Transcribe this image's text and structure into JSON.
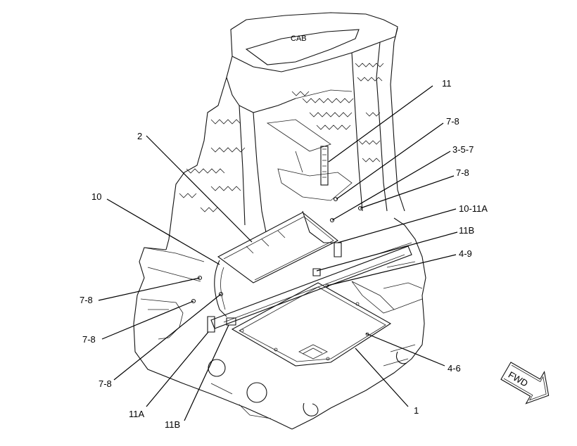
{
  "cab_label": "CAB",
  "fwd_label": "FWD",
  "callouts": [
    {
      "id": "c11",
      "text": "11"
    },
    {
      "id": "c78a",
      "text": "7-8"
    },
    {
      "id": "c357",
      "text": "3-5-7"
    },
    {
      "id": "c78b",
      "text": "7-8"
    },
    {
      "id": "c1011a",
      "text": "10-11A"
    },
    {
      "id": "c11b_r",
      "text": "11B"
    },
    {
      "id": "c49",
      "text": "4-9"
    },
    {
      "id": "c46",
      "text": "4-6"
    },
    {
      "id": "c1",
      "text": "1"
    },
    {
      "id": "c2",
      "text": "2"
    },
    {
      "id": "c10",
      "text": "10"
    },
    {
      "id": "c78c",
      "text": "7-8"
    },
    {
      "id": "c78d",
      "text": "7-8"
    },
    {
      "id": "c78e",
      "text": "7-8"
    },
    {
      "id": "c11a",
      "text": "11A"
    },
    {
      "id": "c11b_l",
      "text": "11B"
    }
  ]
}
